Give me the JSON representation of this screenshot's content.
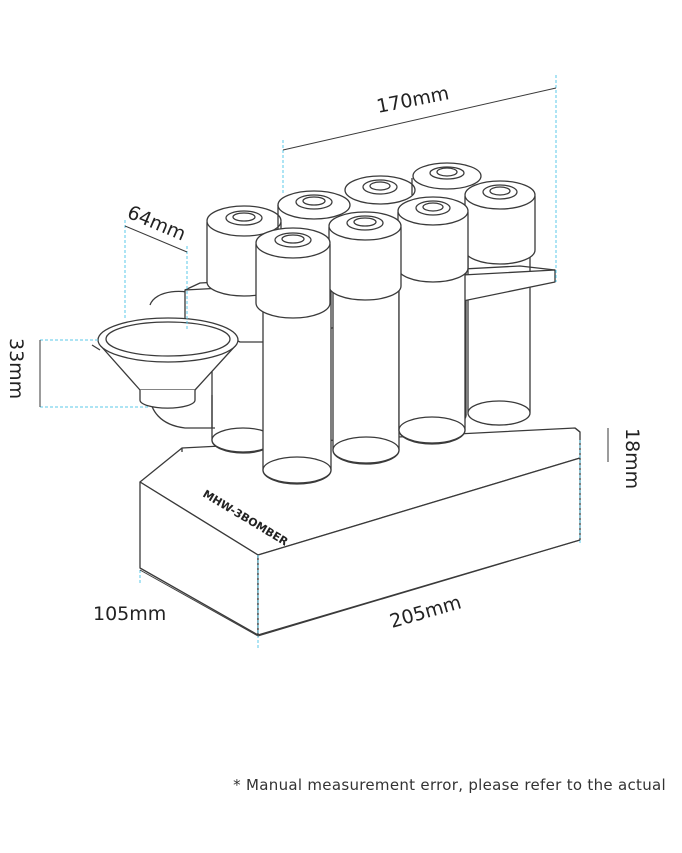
{
  "dimensions": {
    "length_top": "170mm",
    "tube_diameter": "64mm",
    "funnel_height": "33mm",
    "base_height": "18mm",
    "base_depth": "105mm",
    "base_width": "205mm"
  },
  "brand": "MHW-3BOMBER",
  "footnote": "* Manual measurement error, please refer to the actual",
  "colors": {
    "outline": "#3a3a3a",
    "dimension_line": "#5bc8e8",
    "text": "#222222"
  }
}
